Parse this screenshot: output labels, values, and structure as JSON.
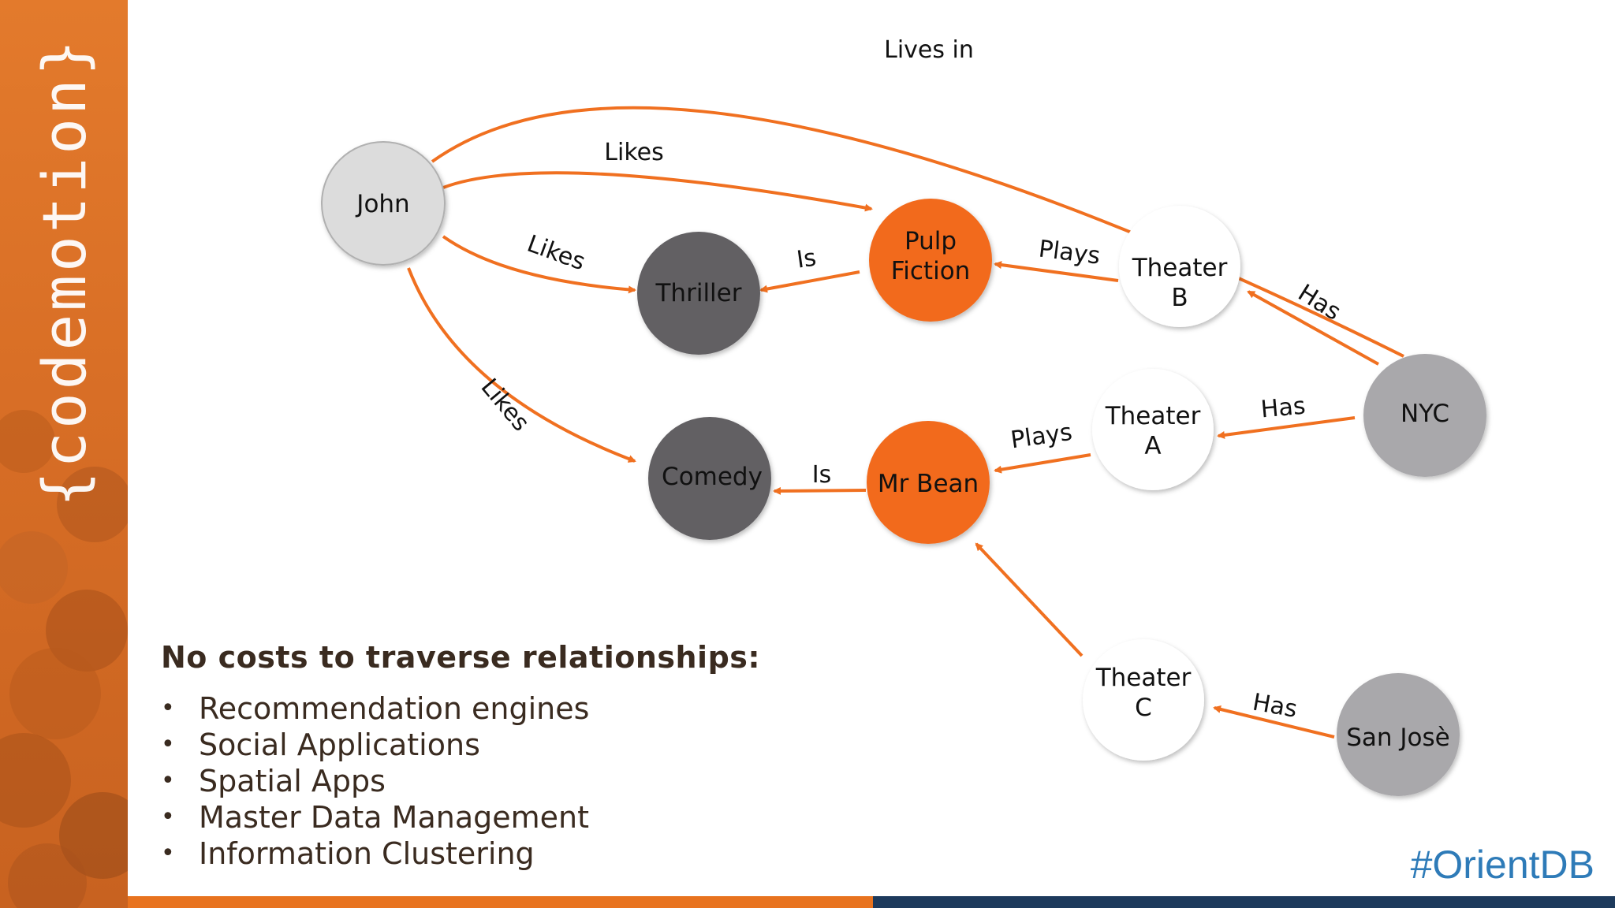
{
  "sidebar": {
    "logo_text": "{codemotion}"
  },
  "colors": {
    "orange": "#f26a1b",
    "dark": "#626064",
    "gray": "#a9a8ab",
    "light": "#dcdcdc",
    "edge": "#f07020"
  },
  "nodes": {
    "john": "John",
    "pulp_fiction": [
      "Pulp",
      "Fiction"
    ],
    "thriller": "Thriller",
    "theater_b": [
      "Theater",
      "B"
    ],
    "nyc": "NYC",
    "theater_a": [
      "Theater",
      "A"
    ],
    "mr_bean": "Mr Bean",
    "comedy": "Comedy",
    "theater_c": [
      "Theater",
      "C"
    ],
    "san_jose": "San Josè"
  },
  "edges": {
    "lives_in": "Lives in",
    "likes_pulp": "Likes",
    "likes_thriller": "Likes",
    "likes_comedy": "Likes",
    "pulp_is": "Is",
    "bean_is": "Is",
    "plays_b": "Plays",
    "plays_a": "Plays",
    "has_b": "Has",
    "has_a": "Has",
    "has_c": "Has"
  },
  "caption": {
    "heading": "No costs to traverse relationships:",
    "items": [
      "Recommendation engines",
      "Social Applications",
      "Spatial Apps",
      "Master Data Management",
      "Information Clustering"
    ]
  },
  "hashtag": "#OrientDB"
}
